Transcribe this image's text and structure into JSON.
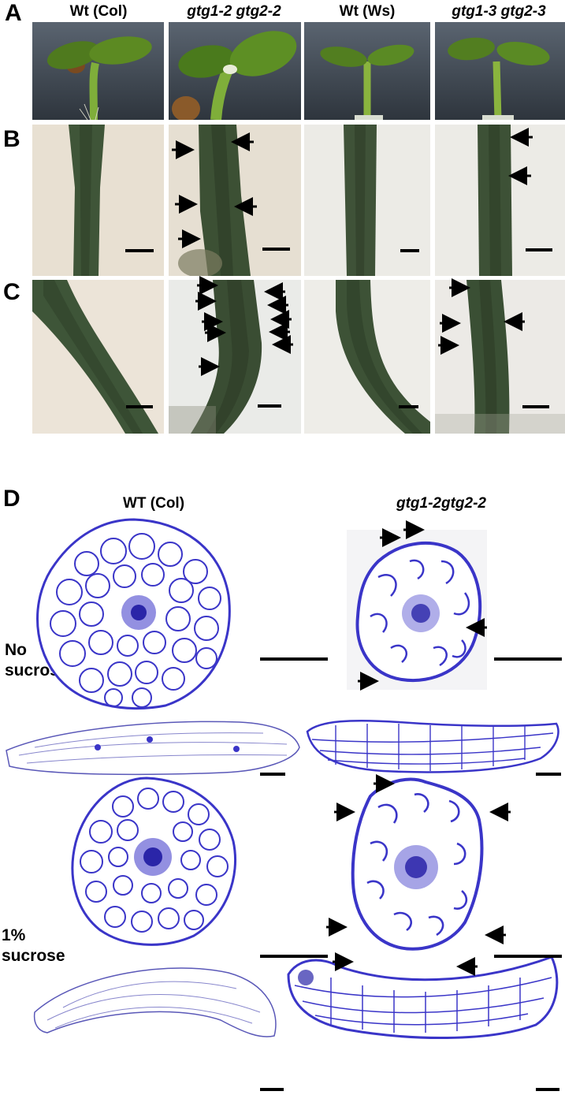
{
  "panels": {
    "a": "A",
    "b": "B",
    "c": "C",
    "d": "D"
  },
  "columns": [
    "Wt (Col)",
    "gtg1-2 gtg2-2",
    "Wt (Ws)",
    "gtg1-3 gtg2-3"
  ],
  "section_d": {
    "col_left": "WT (Col)",
    "col_right": "gtg1-2gtg2-2",
    "row1_line1": "No",
    "row1_line2": "sucrose",
    "row2_line1": "1%",
    "row2_line2": "sucrose"
  },
  "colors": {
    "stain": "#3a35c8",
    "photo_bg_dark": "#3d4650",
    "photo_bg_light": "#e8e2d6",
    "tissue": "#3d5a30",
    "seedling": "#6f9a2a"
  },
  "icons": [
    "arrow-icon",
    "scale-bar"
  ]
}
